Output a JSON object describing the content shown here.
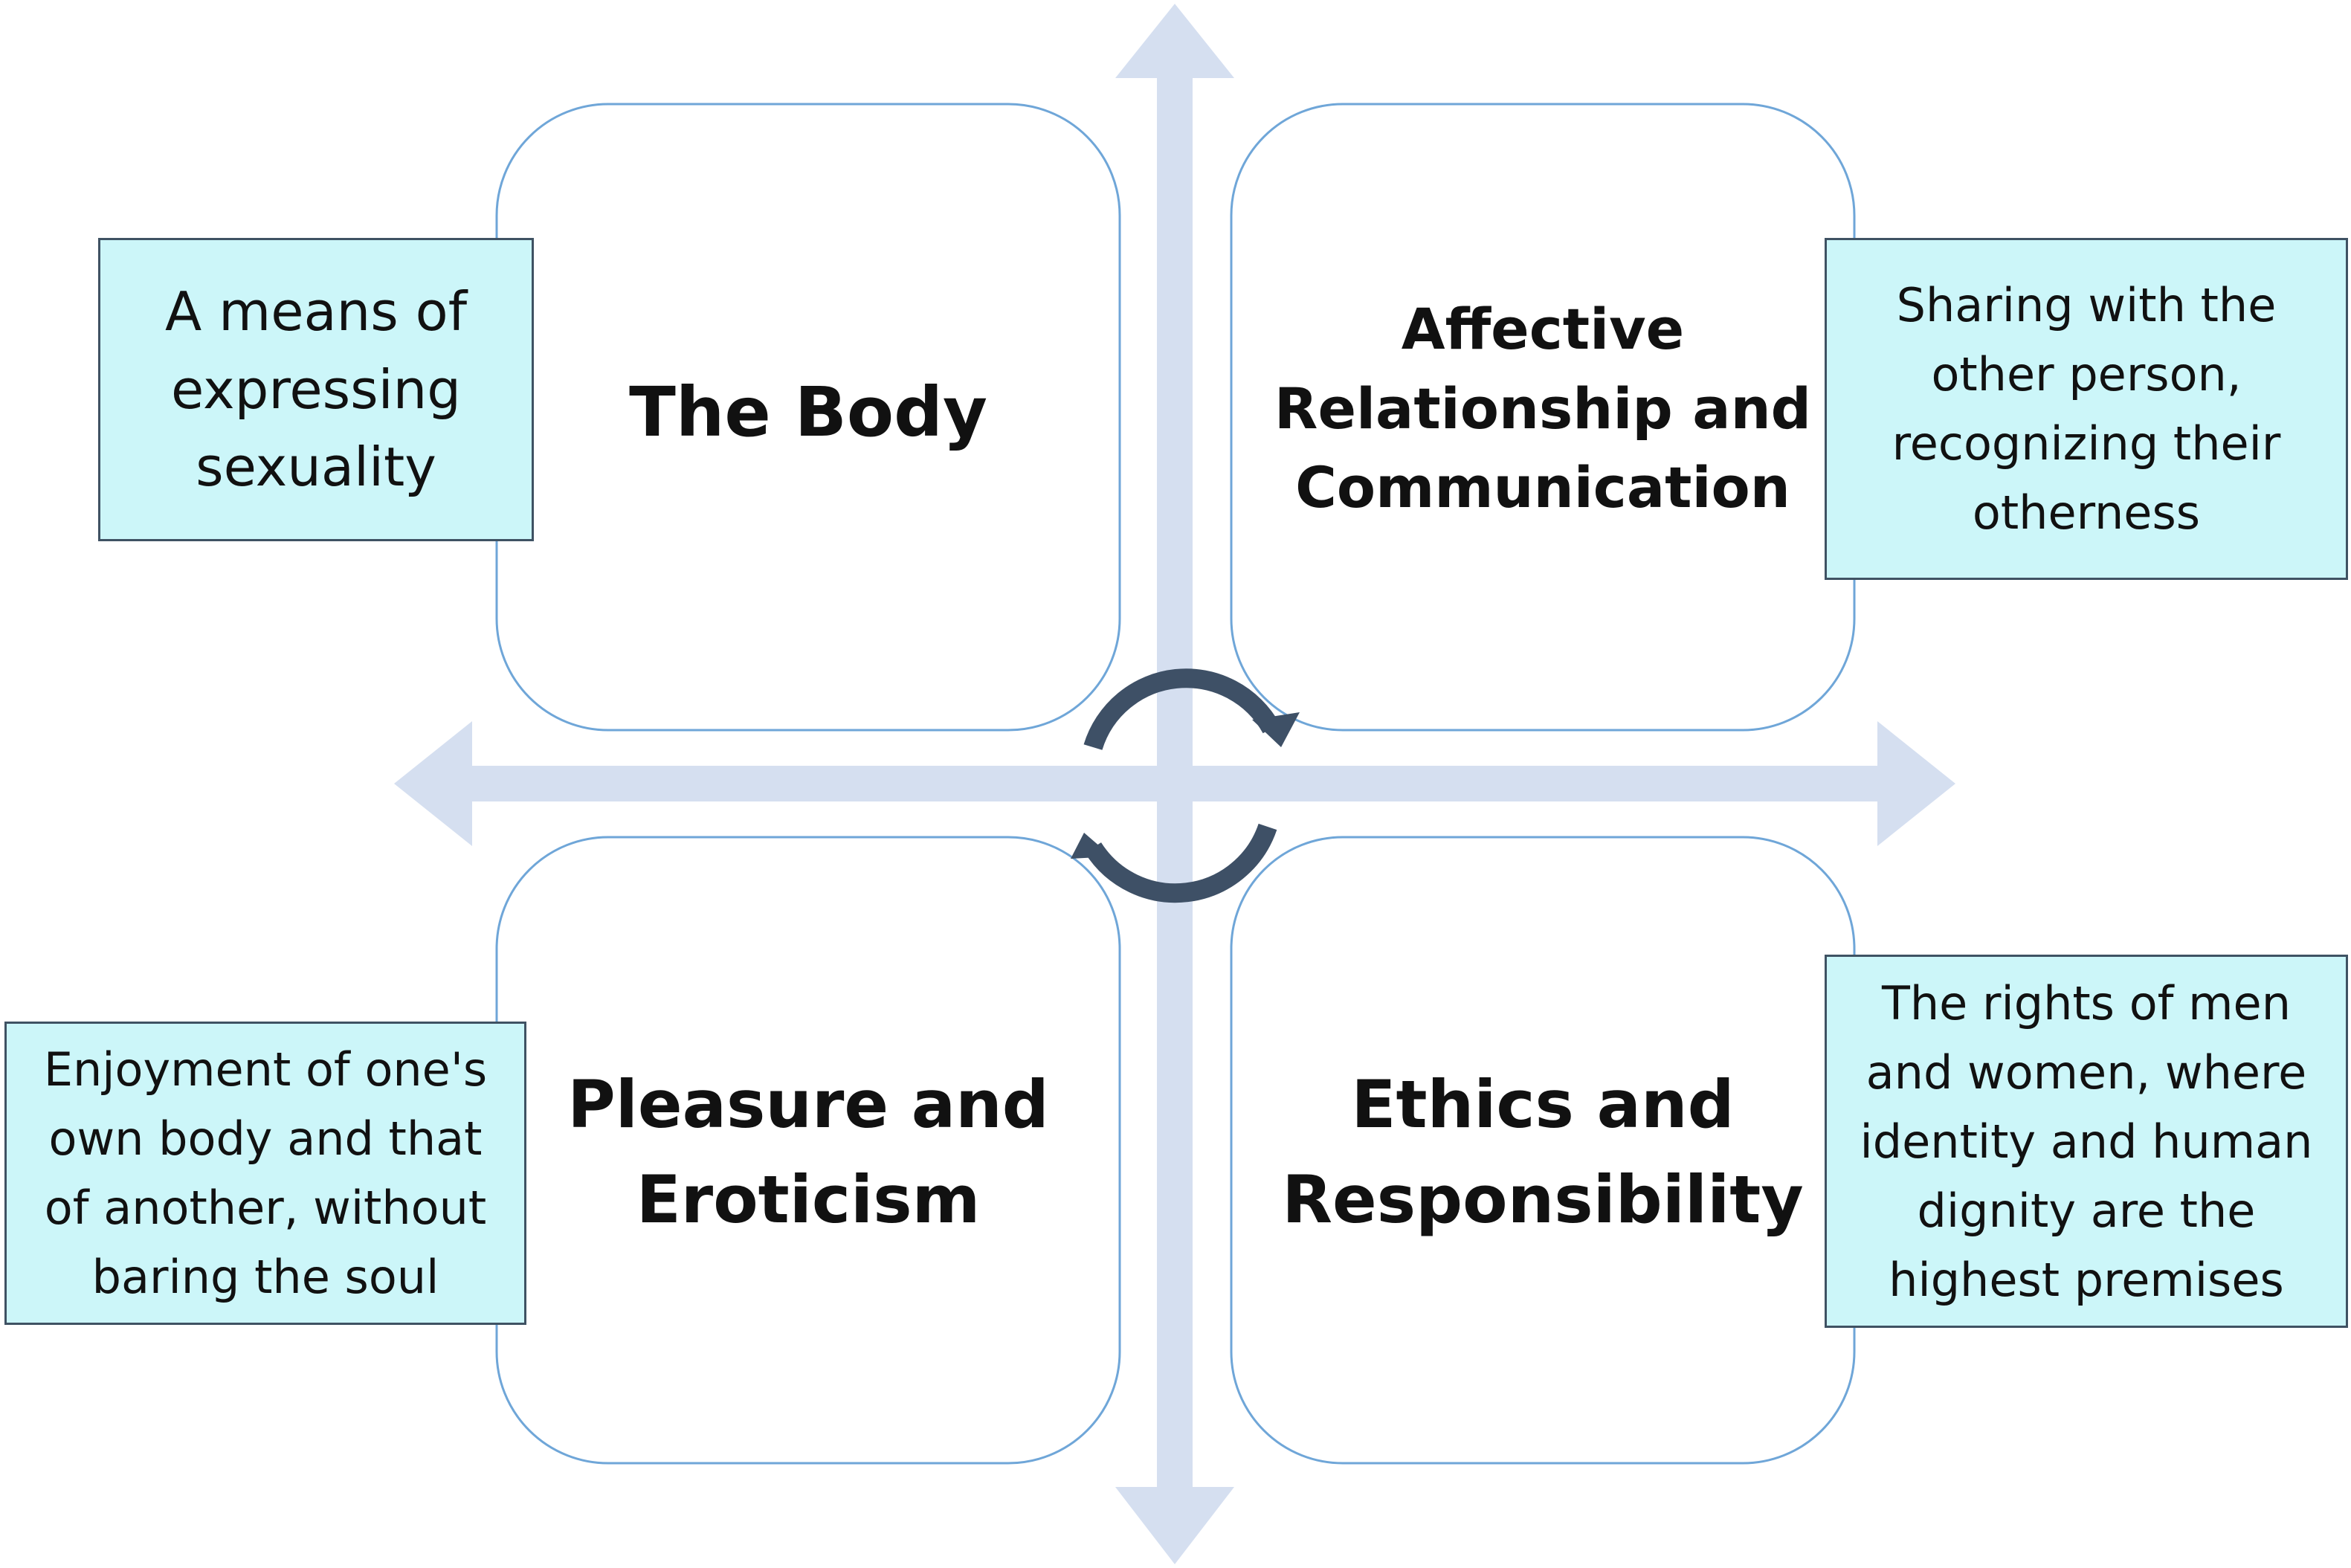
{
  "colors": {
    "axis": "#d5dff0",
    "quadrant_border": "#6fa6d8",
    "note_fill": "#ccf6f9",
    "note_border": "#3f5263",
    "cycle_arrow": "#3e5066"
  },
  "quadrants": {
    "top_left": {
      "title": "The Body",
      "note": "A means of\nexpressing\nsexuality"
    },
    "top_right": {
      "title": "Affective\nRelationship and\nCommunication",
      "note": "Sharing with the\nother person,\nrecognizing their\notherness"
    },
    "bottom_left": {
      "title": "Pleasure and\nEroticism",
      "note": "Enjoyment of one's\nown body and that\nof another, without\nbaring the soul"
    },
    "bottom_right": {
      "title": "Ethics and\nResponsibility",
      "note": "The rights of men\nand women, where\nidentity and human\ndignity are the\nhighest premises"
    }
  }
}
